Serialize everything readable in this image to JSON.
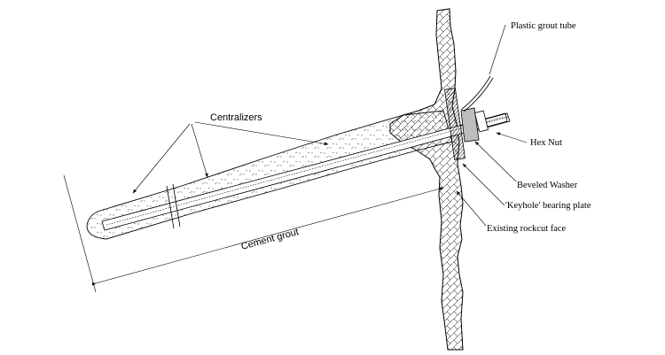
{
  "labels": {
    "plastic_grout_tube": "Plastic grout tube",
    "centralizers": "Centralizers",
    "hex_nut": "Hex Nut",
    "beveled_washer": "Beveled Washer",
    "keyhole_bearing_plate": "'Keyhole' bearing plate",
    "existing_rockcut_face": "Existing rockcut face",
    "cement_grout": "Cement grout"
  },
  "colors": {
    "line": "#000000",
    "background": "#ffffff",
    "washer_fill": "#bdbdbd"
  }
}
